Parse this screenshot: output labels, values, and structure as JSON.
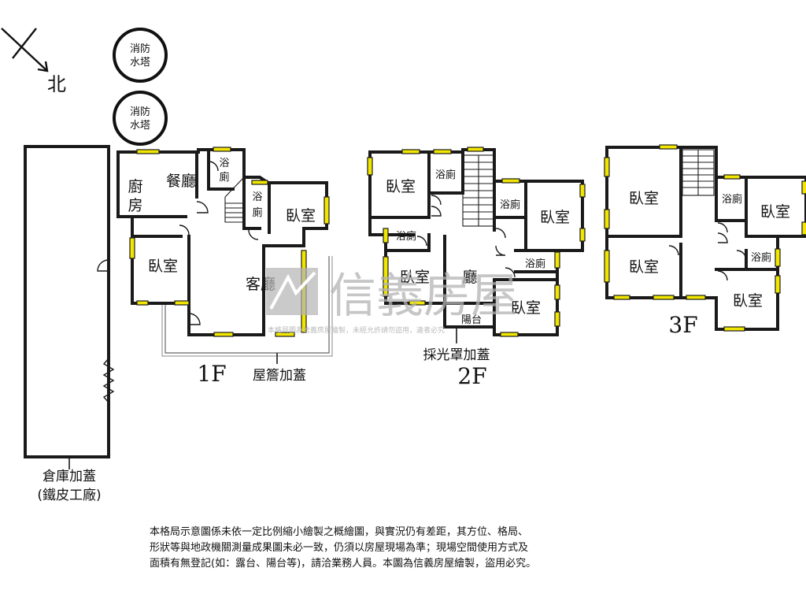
{
  "compass": {
    "direction_label": "北"
  },
  "tanks": [
    {
      "label_line1": "消防",
      "label_line2": "水塔"
    },
    {
      "label_line1": "消防",
      "label_line2": "水塔"
    }
  ],
  "warehouse": {
    "label_line1": "倉庫加蓋",
    "label_line2": "(鐵皮工廠)"
  },
  "floor1": {
    "floor_label": "1F",
    "rooms": {
      "kitchen_line1": "廚",
      "kitchen_line2": "房",
      "dining": "餐廳",
      "bath1_line1": "浴",
      "bath1_line2": "廁",
      "bath2_line1": "浴",
      "bath2_line2": "廁",
      "bedroom_east": "臥室",
      "bedroom_west": "臥室",
      "living": "客廳"
    },
    "annotation": "屋簷加蓋"
  },
  "floor2": {
    "floor_label": "2F",
    "rooms": {
      "bedroom_nw": "臥室",
      "bath_top": "浴廁",
      "bath_mid_left": "浴廁",
      "bath_right_top": "浴廁",
      "bedroom_ne": "臥室",
      "bath_right_mid": "浴廁",
      "bedroom_w": "臥室",
      "hall": "廳",
      "balcony": "陽台",
      "bedroom_se": "臥室"
    },
    "annotation": "採光罩加蓋"
  },
  "floor3": {
    "floor_label": "3F",
    "rooms": {
      "bedroom_nw": "臥室",
      "bedroom_sw": "臥室",
      "bath_top": "浴廁",
      "bedroom_ne": "臥室",
      "bath_mid": "浴廁",
      "bedroom_se": "臥室"
    }
  },
  "watermark": {
    "brand": "信義房屋",
    "notice": "本格局圖為信義房屋繪製，未經允許請勿盜用，違者必究"
  },
  "disclaimer": [
    "本格局示意圖係未依一定比例縮小繪製之概繪圖，與實況仍有差距，其方位、格局、",
    "形狀等與地政機關測量成果圖未必一致，仍須以房屋現場為準；現場空間使用方式及",
    "面積有無登記(如：露台、陽台等)，請洽業務人員。本圖為信義房屋繪製，盜用必究。"
  ],
  "colors": {
    "window": "#f2e600",
    "wall": "#1a1a1a",
    "watermark": "#b3b3b3"
  }
}
